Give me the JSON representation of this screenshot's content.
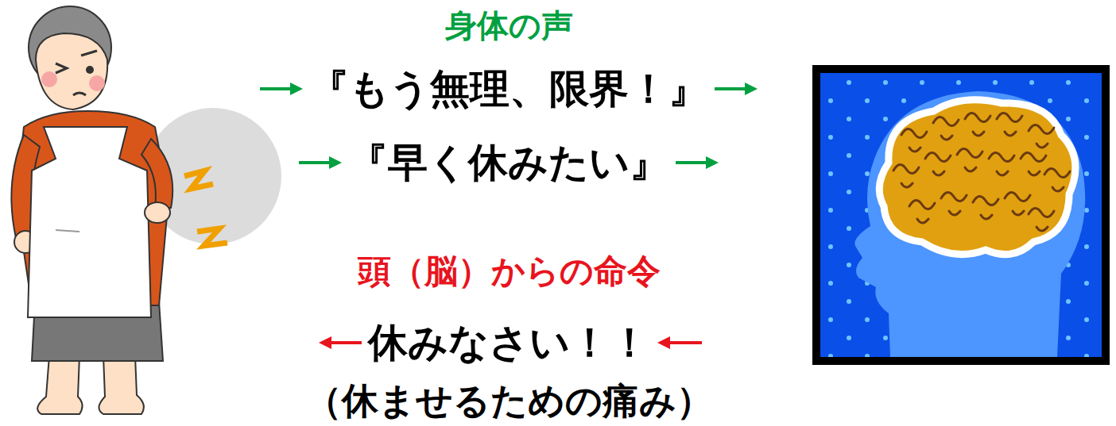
{
  "diagram": {
    "labels": [
      "身体の声",
      "『もう無理、限界！』",
      "『早く休みたい』",
      "頭（脳）からの命令",
      "休みなさい！！",
      "（休ませるための痛み）"
    ]
  }
}
